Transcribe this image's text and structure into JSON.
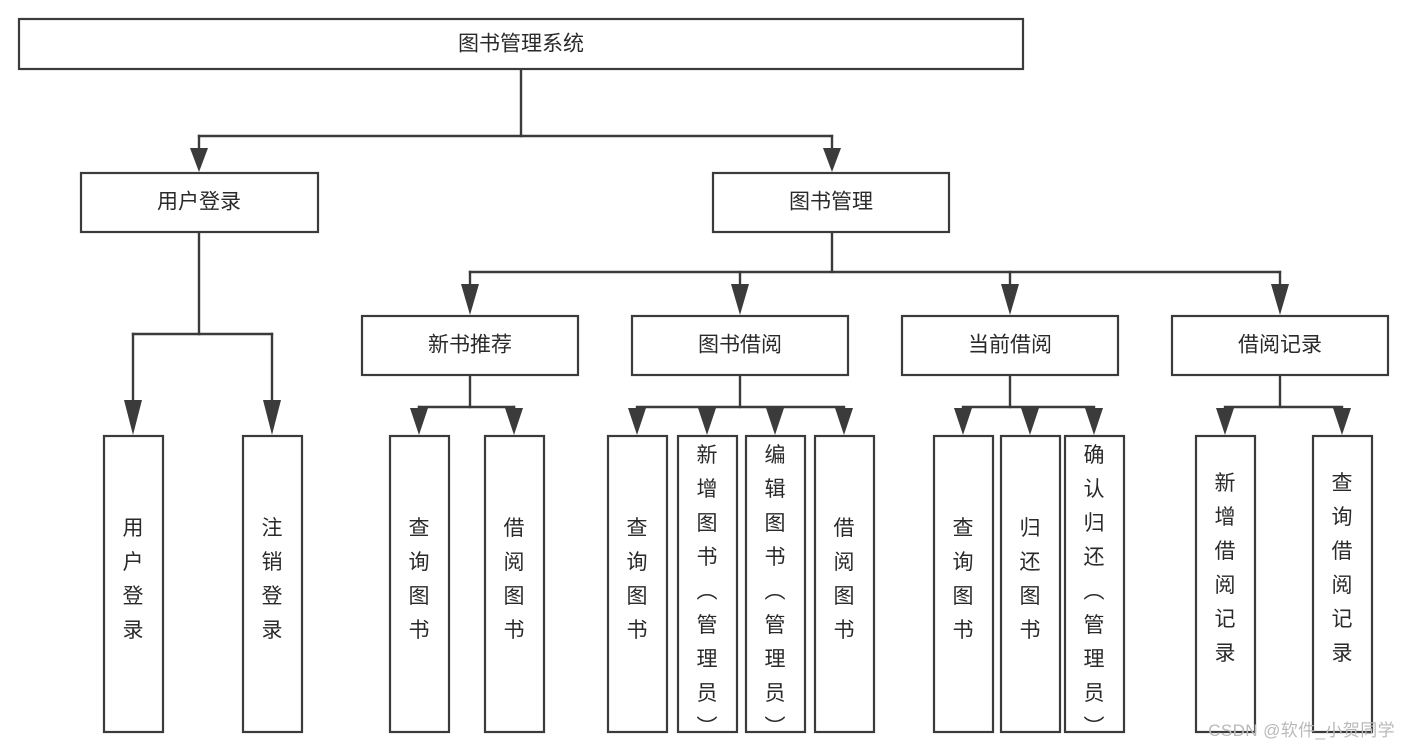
{
  "diagram": {
    "title": "图书管理系统",
    "type": "tree-hierarchy-chart",
    "root": {
      "id": "root",
      "label": "图书管理系统"
    },
    "level2": [
      {
        "id": "user-login",
        "label": "用户登录"
      },
      {
        "id": "book-management",
        "label": "图书管理"
      }
    ],
    "level3": [
      {
        "id": "new-book-recommend",
        "label": "新书推荐",
        "parent": "book-management"
      },
      {
        "id": "book-borrow",
        "label": "图书借阅",
        "parent": "book-management"
      },
      {
        "id": "current-borrow",
        "label": "当前借阅",
        "parent": "book-management"
      },
      {
        "id": "borrow-record",
        "label": "借阅记录",
        "parent": "book-management"
      }
    ],
    "leaves": [
      {
        "id": "leaf-user-login",
        "label": "用户登录",
        "parent": "user-login"
      },
      {
        "id": "leaf-logout-login",
        "label": "注销登录",
        "parent": "user-login"
      },
      {
        "id": "leaf-query-book-1",
        "label": "查询图书",
        "parent": "new-book-recommend"
      },
      {
        "id": "leaf-borrow-book-1",
        "label": "借阅图书",
        "parent": "new-book-recommend"
      },
      {
        "id": "leaf-query-book-2",
        "label": "查询图书",
        "parent": "book-borrow"
      },
      {
        "id": "leaf-add-book",
        "label": "新增图书（管理员）",
        "parent": "book-borrow"
      },
      {
        "id": "leaf-edit-book",
        "label": "编辑图书（管理员）",
        "parent": "book-borrow"
      },
      {
        "id": "leaf-borrow-book-2",
        "label": "借阅图书",
        "parent": "book-borrow"
      },
      {
        "id": "leaf-query-book-3",
        "label": "查询图书",
        "parent": "current-borrow"
      },
      {
        "id": "leaf-return-book",
        "label": "归还图书",
        "parent": "current-borrow"
      },
      {
        "id": "leaf-confirm-return",
        "label": "确认归还（管理员）",
        "parent": "current-borrow"
      },
      {
        "id": "leaf-add-record",
        "label": "新增借阅记录",
        "parent": "borrow-record"
      },
      {
        "id": "leaf-query-record",
        "label": "查询借阅记录",
        "parent": "borrow-record"
      }
    ]
  },
  "watermark": {
    "text": "CSDN @软件_小贺同学"
  },
  "colors": {
    "box_stroke": "#3b3b3b",
    "box_fill": "#ffffff",
    "text": "#2a2a2a",
    "background": "#ffffff",
    "watermark": "#b9b9b9"
  }
}
